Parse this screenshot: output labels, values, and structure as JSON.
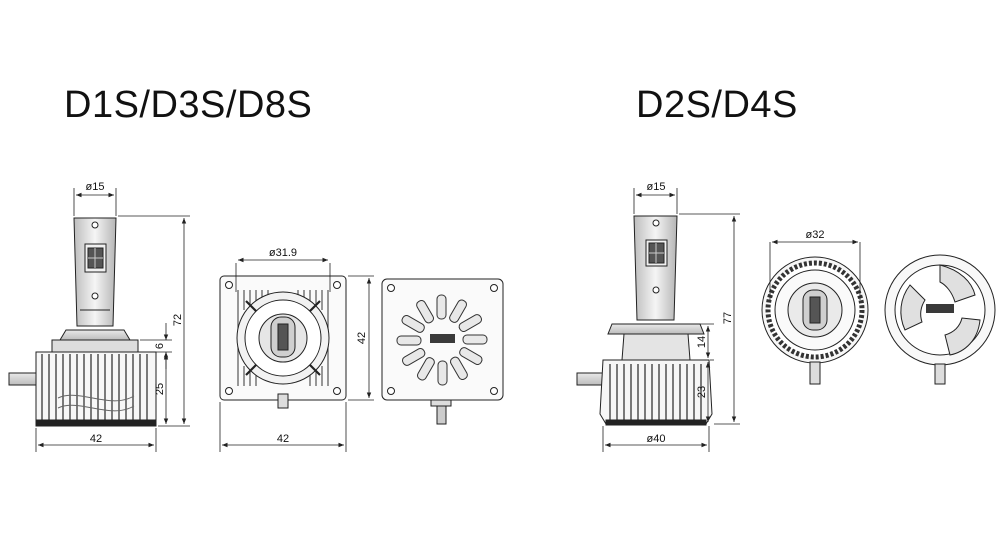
{
  "titles": {
    "left": "D1S/D3S/D8S",
    "right": "D2S/D4S"
  },
  "d1s": {
    "side_view": {
      "top_diameter": "ø15",
      "total_height": "72",
      "flange_height": "6",
      "base_height": "25",
      "base_width": "42"
    },
    "front_view": {
      "inner_diameter": "ø31.9",
      "height": "42",
      "width": "42"
    }
  },
  "d2s": {
    "side_view": {
      "top_diameter": "ø15",
      "total_height": "77",
      "upper_height": "14",
      "lower_height": "23",
      "base_diameter": "ø40"
    },
    "front_view": {
      "diameter": "ø32"
    }
  },
  "colors": {
    "line": "#222222",
    "metal_light": "#f2f2f2",
    "metal_mid": "#cfcfcf",
    "metal_dark": "#8a8a8a",
    "chip": "#444444",
    "logo": "#3a3a3a"
  }
}
